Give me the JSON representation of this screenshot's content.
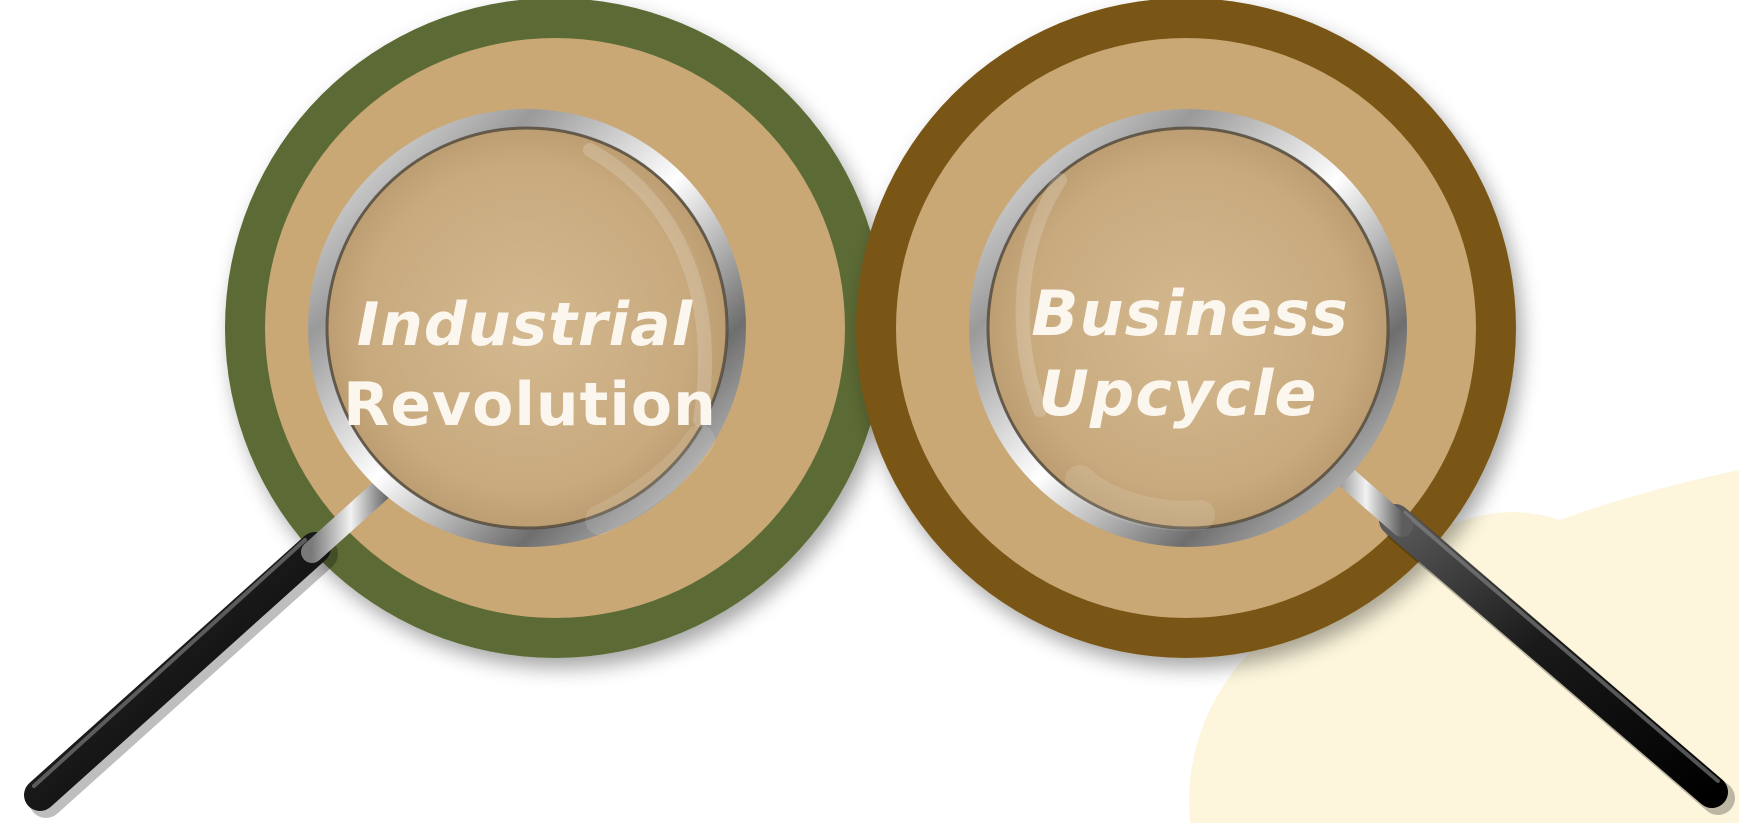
{
  "left_badge": {
    "line1": "Industrial",
    "line2": "Revolution",
    "ring_color": "#5b6b36",
    "fill_color": "#c9a874"
  },
  "right_badge": {
    "line1": "Business",
    "line2": "Upcycle",
    "ring_color": "#7a5613",
    "fill_color": "#c9a874"
  },
  "magnifier_icon": "magnifying-glass-icon",
  "accent_blob_color": "#fdf6dc"
}
